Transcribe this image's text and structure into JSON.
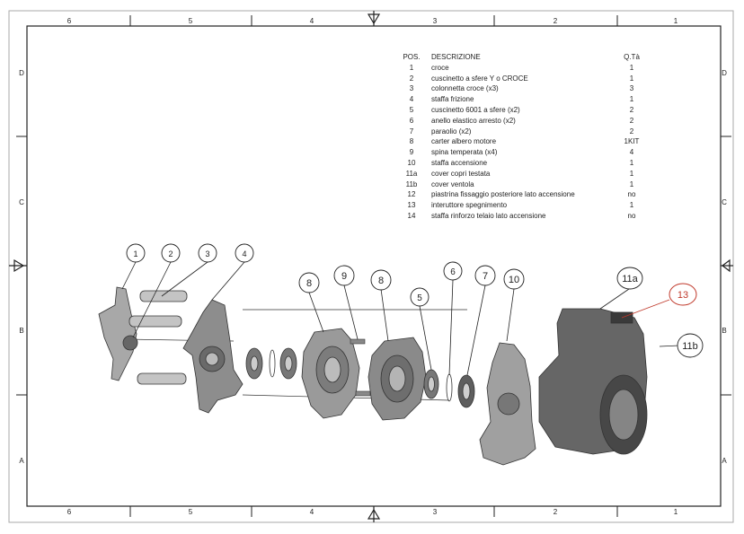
{
  "border": {
    "top_numbers": [
      "6",
      "5",
      "4",
      "3",
      "2",
      "1"
    ],
    "bottom_numbers": [
      "6",
      "5",
      "4",
      "3",
      "2",
      "1"
    ],
    "left_letters": [
      "D",
      "C",
      "B",
      "A"
    ],
    "right_letters": [
      "D",
      "C",
      "B",
      "A"
    ]
  },
  "bom": {
    "headers": {
      "pos": "POS.",
      "desc": "DESCRIZIONE",
      "qty": "Q.Tà"
    },
    "rows": [
      {
        "pos": "1",
        "desc": "croce",
        "qty": "1"
      },
      {
        "pos": "2",
        "desc": "cuscinetto a sfere Y o CROCE",
        "qty": "1"
      },
      {
        "pos": "3",
        "desc": "colonnetta croce (x3)",
        "qty": "3"
      },
      {
        "pos": "4",
        "desc": "staffa frizione",
        "qty": "1"
      },
      {
        "pos": "5",
        "desc": "cuscinetto 6001 a sfere (x2)",
        "qty": "2"
      },
      {
        "pos": "6",
        "desc": "anello elastico arresto (x2)",
        "qty": "2"
      },
      {
        "pos": "7",
        "desc": "paraolio (x2)",
        "qty": "2"
      },
      {
        "pos": "8",
        "desc": "carter albero motore",
        "qty": "1KIT"
      },
      {
        "pos": "9",
        "desc": "spina temperata (x4)",
        "qty": "4"
      },
      {
        "pos": "10",
        "desc": "staffa accensione",
        "qty": "1"
      },
      {
        "pos": "11a",
        "desc": "cover copri testata",
        "qty": "1"
      },
      {
        "pos": "11b",
        "desc": "cover ventola",
        "qty": "1"
      },
      {
        "pos": "12",
        "desc": "piastrina fissaggio posteriore lato accensione",
        "qty": "no"
      },
      {
        "pos": "13",
        "desc": "interuttore spegnimento",
        "qty": "1"
      },
      {
        "pos": "14",
        "desc": "staffa rinforzo telaio lato accensione",
        "qty": "no"
      }
    ]
  },
  "balloons": {
    "b1": "1",
    "b2": "2",
    "b3": "3",
    "b4": "4",
    "b5": "5",
    "b6": "6",
    "b7": "7",
    "b8a": "8",
    "b8b": "8",
    "b9": "9",
    "b10": "10",
    "b11a": "11a",
    "b11b": "11b",
    "b13": "13"
  },
  "colors": {
    "line": "#222222",
    "highlight": "#c0392b",
    "part": "#9a9a9a",
    "part_dark": "#5a5a5a"
  }
}
